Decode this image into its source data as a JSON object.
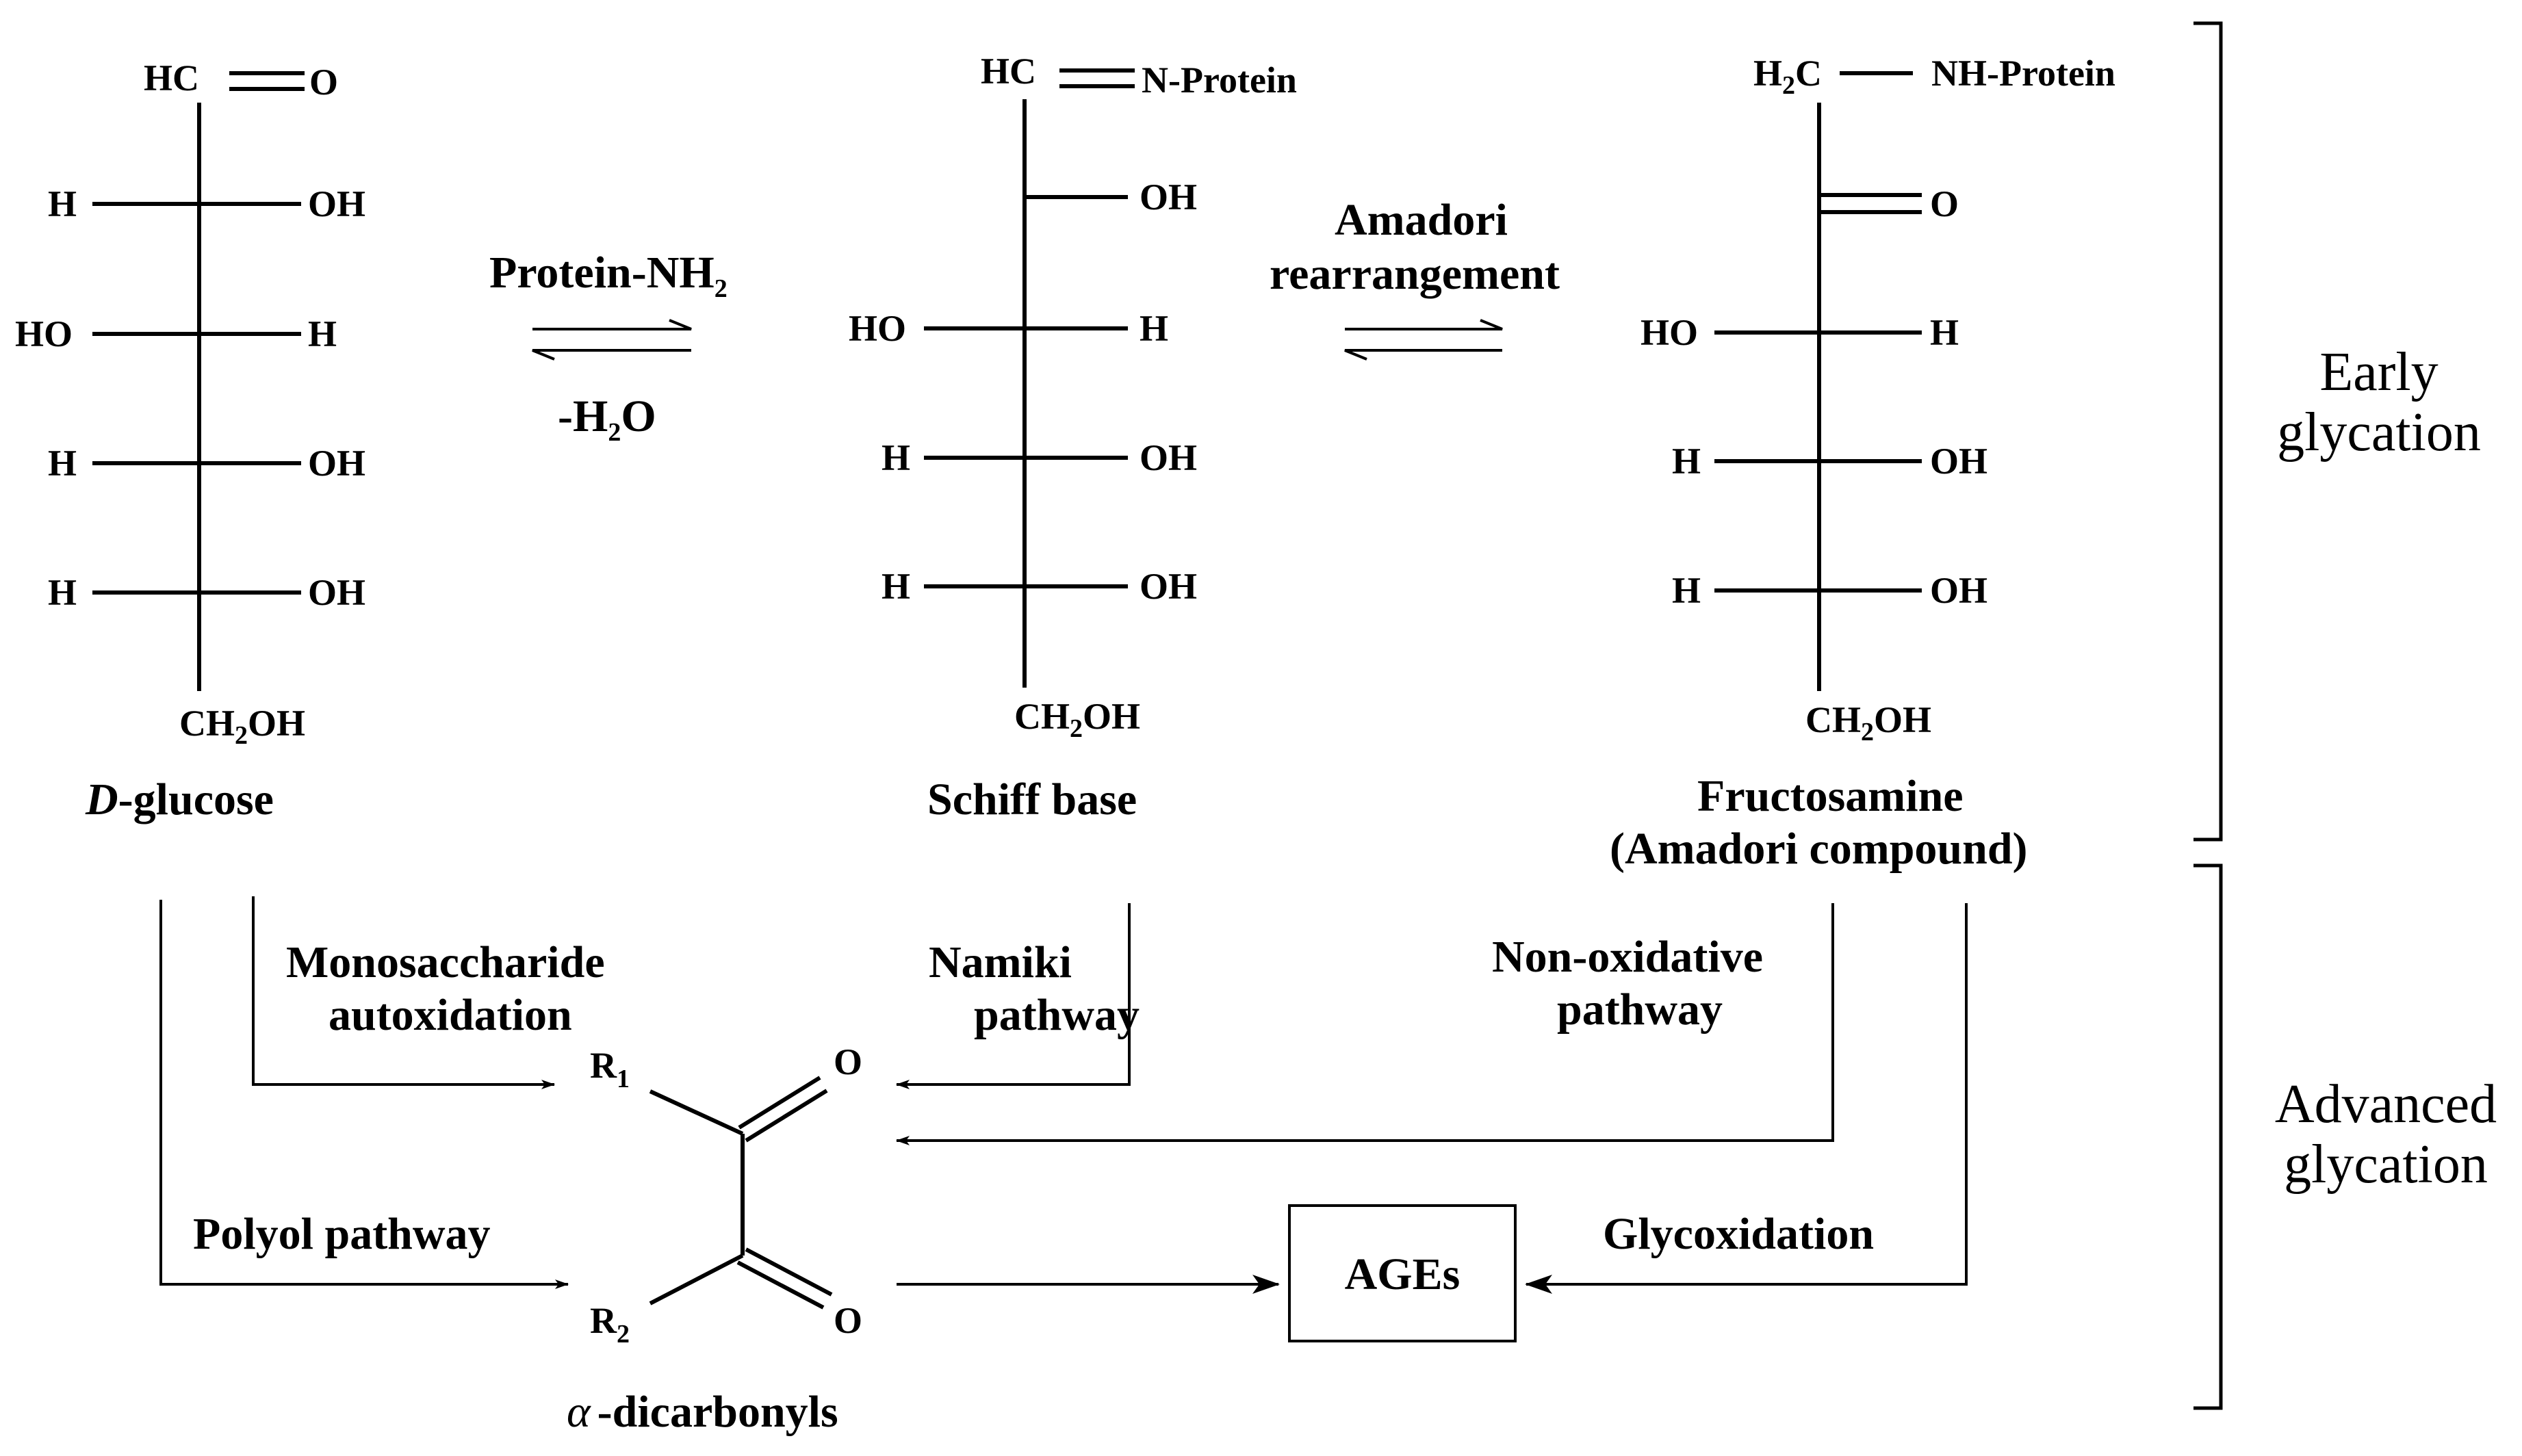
{
  "molecules": {
    "glucose": {
      "top_left": "HC",
      "top_right": "O",
      "rows": [
        {
          "left": "H",
          "right": "OH"
        },
        {
          "left": "HO",
          "right": "H"
        },
        {
          "left": "H",
          "right": "OH"
        },
        {
          "left": "H",
          "right": "OH"
        }
      ],
      "bottom_main": "CH",
      "bottom_sub": "2",
      "bottom_end": "OH",
      "name_italic": "D",
      "name_rest": "-glucose"
    },
    "schiff": {
      "top_left": "HC",
      "top_right": "N-Protein",
      "rows": [
        {
          "left": "",
          "right": "OH"
        },
        {
          "left": "HO",
          "right": "H"
        },
        {
          "left": "H",
          "right": "OH"
        },
        {
          "left": "H",
          "right": "OH"
        }
      ],
      "bottom_main": "CH",
      "bottom_sub": "2",
      "bottom_end": "OH",
      "name": "Schiff base"
    },
    "fructosamine": {
      "top_left_main": "H",
      "top_left_sub": "2",
      "top_left_end": "C",
      "top_right": "NH-Protein",
      "carbonyl": "O",
      "rows": [
        {
          "left": "HO",
          "right": "H"
        },
        {
          "left": "H",
          "right": "OH"
        },
        {
          "left": "H",
          "right": "OH"
        }
      ],
      "bottom_main": "CH",
      "bottom_sub": "2",
      "bottom_end": "OH",
      "name_line1": "Fructosamine",
      "name_line2": "(Amadori compound)"
    }
  },
  "reactions": {
    "step1_top_main": "Protein-NH",
    "step1_top_sub": "2",
    "step1_bottom_main": "-H",
    "step1_bottom_sub": "2",
    "step1_bottom_end": "O",
    "step2_line1": "Amadori",
    "step2_line2": "rearrangement"
  },
  "pathways": {
    "monosaccharide_line1": "Monosaccharide",
    "monosaccharide_line2": "autoxidation",
    "namiki_line1": "Namiki",
    "namiki_line2": "pathway",
    "nonoxidative_line1": "Non-oxidative",
    "nonoxidative_line2": "pathway",
    "polyol": "Polyol pathway",
    "glycoxidation": "Glycoxidation"
  },
  "dicarbonyl": {
    "r1_main": "R",
    "r1_sub": "1",
    "r2_main": "R",
    "r2_sub": "2",
    "o_top": "O",
    "o_bottom": "O",
    "name_greek": "α",
    "name_rest": "-dicarbonyls"
  },
  "ages_label": "AGEs",
  "stages": {
    "early_line1": "Early",
    "early_line2": "glycation",
    "advanced_line1": "Advanced",
    "advanced_line2": "glycation"
  }
}
